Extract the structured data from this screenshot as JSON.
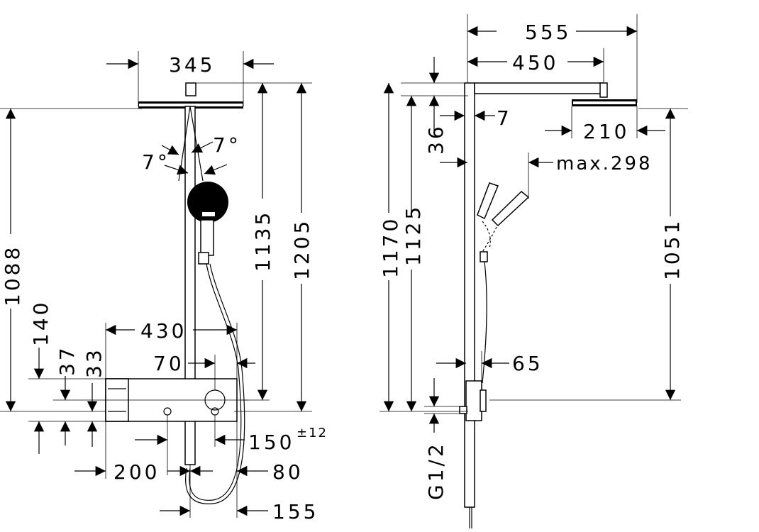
{
  "front_view": {
    "dims": {
      "head_width": "345",
      "angle_left": "7°",
      "angle_right": "7°",
      "overall_1205": "1205",
      "rail_1135": "1135",
      "head_height_1088": "1088",
      "thermostat_width": "430",
      "valve_offset": "70",
      "dim_140": "140",
      "dim_37": "37",
      "dim_33": "33",
      "outlet_150": "150",
      "tolerance": "±12",
      "dim_200": "200",
      "dim_80": "80",
      "dim_155": "155"
    }
  },
  "side_view": {
    "dims": {
      "projection_555": "555",
      "arm_450": "450",
      "wall_7": "7",
      "dim_36": "36",
      "head_210": "210",
      "max_298": "max.298",
      "overall_1170": "1170",
      "dim_1125": "1125",
      "head_1051": "1051",
      "dim_65": "65",
      "thread": "G1/2"
    }
  }
}
